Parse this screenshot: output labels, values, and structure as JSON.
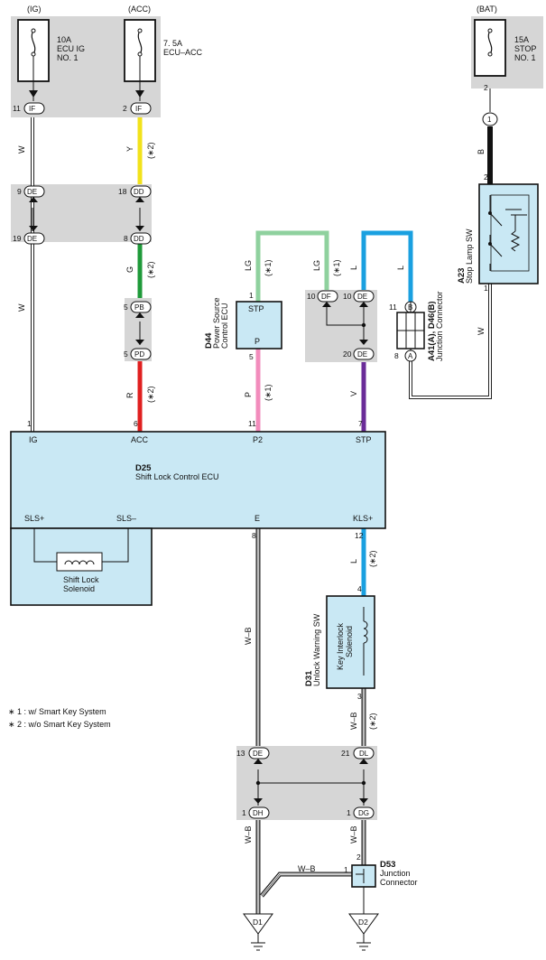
{
  "fuses": {
    "ig": {
      "source": "(IG)",
      "rating": "10A",
      "name1": "ECU IG",
      "name2": "NO. 1"
    },
    "acc": {
      "source": "(ACC)",
      "rating": "7. 5A",
      "name1": "ECU–ACC",
      "name2": ""
    },
    "bat": {
      "source": "(BAT)",
      "rating": "15A",
      "name1": "STOP",
      "name2": "NO. 1"
    }
  },
  "connectors": {
    "if": "IF",
    "de": "DE",
    "dd": "DD",
    "pb": "PB",
    "pd": "PD",
    "df": "DF",
    "b": "B",
    "a": "A",
    "dh": "DH",
    "dl": "DL",
    "dg": "DG",
    "one": "1"
  },
  "pins": {
    "p11": "11",
    "p2": "2",
    "p9": "9",
    "p18": "18",
    "p19": "19",
    "p8": "8",
    "p5": "5",
    "p1": "1",
    "p10": "10",
    "p20": "20",
    "p6": "6",
    "p7": "7",
    "p12": "12",
    "p4": "4",
    "p3": "3",
    "p13": "13",
    "p21": "21"
  },
  "wires": {
    "w": "W",
    "y": "Y",
    "g": "G",
    "r": "R",
    "lg": "LG",
    "p": "P",
    "l": "L",
    "v": "V",
    "b": "B",
    "wb": "W–B",
    "note1": "(∗1)",
    "note2": "(∗2)"
  },
  "components": {
    "d44": {
      "code": "D44",
      "name1": "Power Source",
      "name2": "Control ECU",
      "top_term": "STP",
      "bot_term": "P"
    },
    "a41": {
      "code": "A41(A), D46(B)",
      "name": "Junction Connector"
    },
    "a23": {
      "code": "A23",
      "name": "Stop Lamp SW"
    },
    "d25": {
      "code": "D25",
      "name": "Shift Lock Control ECU",
      "terms_top": {
        "ig": "IG",
        "acc": "ACC",
        "p2": "P2",
        "stp": "STP"
      },
      "terms_bottom": {
        "sls_plus": "SLS+",
        "sls_minus": "SLS–",
        "e": "E",
        "kls": "KLS+"
      }
    },
    "solenoid": {
      "name1": "Shift Lock",
      "name2": "Solenoid"
    },
    "d31": {
      "code": "D31",
      "name": "Unlock Warning SW",
      "inner1": "Key Interlock",
      "inner2": "Solenoid"
    },
    "d53": {
      "code": "D53",
      "name1": "Junction",
      "name2": "Connector"
    }
  },
  "grounds": {
    "d1": "D1",
    "d2": "D2"
  },
  "notes": {
    "n1": "∗ 1 : w/ Smart Key System",
    "n2": "∗ 2 : w/o Smart Key System"
  }
}
